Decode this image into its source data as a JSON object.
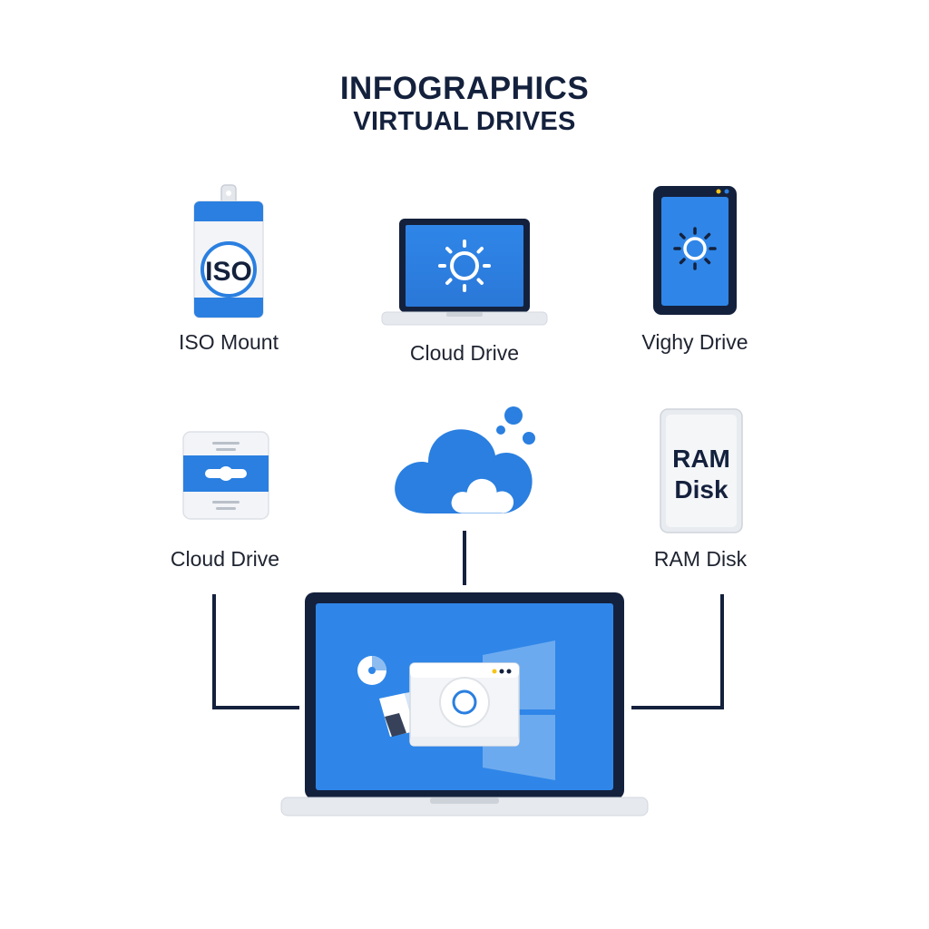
{
  "header": {
    "title": "INFOGRAPHICS",
    "subtitle": "VIRTUAL DRIVES"
  },
  "nodes": {
    "iso_mount": {
      "label": "ISO Mount",
      "icon_text": "ISO",
      "icon": "iso-image-icon"
    },
    "cloud_drive_laptop": {
      "label": "Cloud Drive",
      "icon": "laptop-sun-icon"
    },
    "tablet_drive": {
      "label": "Vighy Drive",
      "icon": "tablet-sun-icon"
    },
    "cloud_drive_disk": {
      "label": "Cloud Drive",
      "icon": "disk-drive-icon"
    },
    "cloud": {
      "icon": "cloud-icon"
    },
    "ram_disk": {
      "label": "RAM Disk",
      "icon_text_line1": "RAM",
      "icon_text_line2": "Disk",
      "icon": "ram-disk-icon"
    },
    "main_laptop": {
      "icon": "laptop-virtual-drive-icon"
    }
  },
  "colors": {
    "accent": "#2a7fe0",
    "dark": "#14213d",
    "light_gray": "#e9ecf0"
  }
}
